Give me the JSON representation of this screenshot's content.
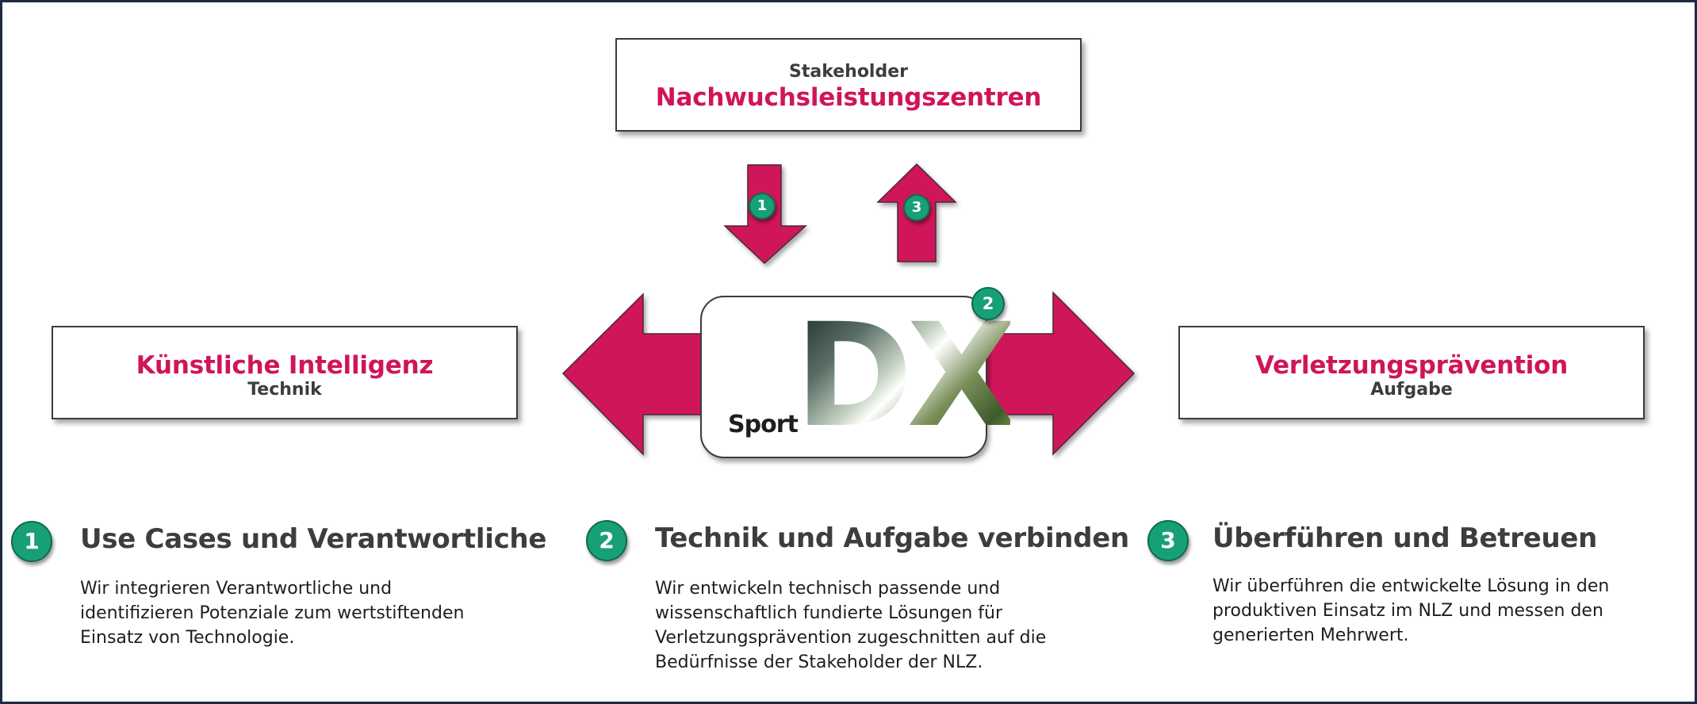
{
  "colors": {
    "accent_pink": "#d0145a",
    "badge_green": "#17a077",
    "text_grey": "#3d3d3d",
    "frame": "#1f2a44"
  },
  "stakeholder_box": {
    "label": "Stakeholder",
    "title": "Nachwuchsleistungszentren"
  },
  "technik_box": {
    "title": "Künstliche Intelligenz",
    "label": "Technik"
  },
  "aufgabe_box": {
    "title": "Verletzungsprävention",
    "label": "Aufgabe"
  },
  "center_logo": {
    "prefix": "Sport",
    "mark": "DX",
    "badge": "2"
  },
  "arrows": {
    "down": {
      "direction": "down",
      "badge": "1"
    },
    "up": {
      "direction": "up",
      "badge": "3"
    },
    "left": {
      "direction": "left"
    },
    "right": {
      "direction": "right"
    }
  },
  "steps": [
    {
      "number": "1",
      "title": "Use Cases und Verantwortliche",
      "text": "Wir integrieren Verantwortliche und identifizieren Potenziale zum wertstiftenden Einsatz von Technologie."
    },
    {
      "number": "2",
      "title": "Technik und Aufgabe verbinden",
      "text": "Wir entwickeln technisch passende und wissenschaftlich fundierte Lösungen für Verletzungsprävention zugeschnitten auf die Bedürfnisse der Stakeholder der NLZ."
    },
    {
      "number": "3",
      "title": "Überführen und Betreuen",
      "text": "Wir überführen die entwickelte Lösung in den produktiven Einsatz im NLZ und messen den generierten Mehrwert."
    }
  ]
}
